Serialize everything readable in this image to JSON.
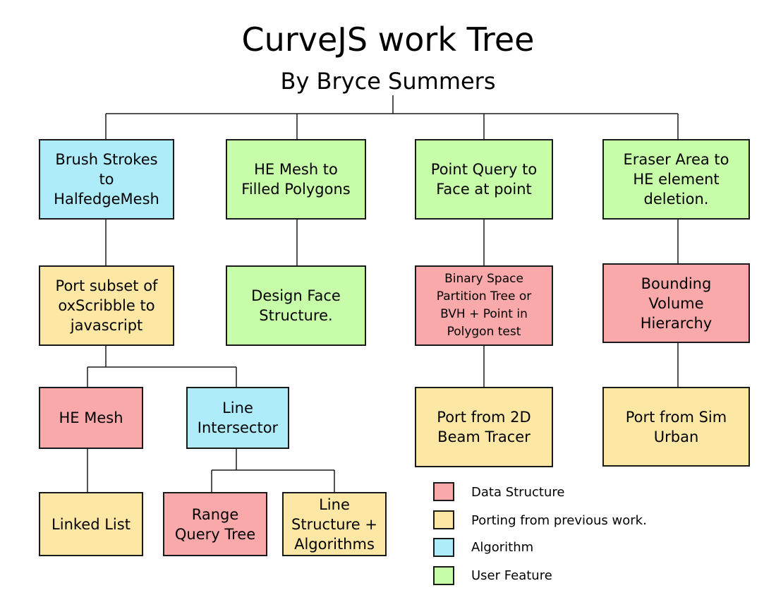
{
  "title": "CurveJS work Tree",
  "subtitle": "By Bryce Summers",
  "colors": {
    "data_structure": "#f9a9a9",
    "porting": "#fde7a5",
    "algorithm": "#aeecfa",
    "user_feature": "#c7fca9"
  },
  "nodes": {
    "brush_strokes": "Brush Strokes\nto\nHalfedgeMesh",
    "he_mesh_polygons": "HE Mesh to\nFilled Polygons",
    "point_query": "Point Query to\nFace at point",
    "eraser_area": "Eraser Area to\nHE element\ndeletion.",
    "port_oxscribble": "Port subset of\noxScribble to\njavascript",
    "design_face": "Design Face\nStructure.",
    "bsp_tree": "Binary Space\nPartition Tree or\nBVH + Point in\nPolygon test",
    "bvh": "Bounding\nVolume\nHierarchy",
    "he_mesh": "HE Mesh",
    "line_intersector": "Line\nIntersector",
    "port_beam_tracer": "Port from 2D\nBeam Tracer",
    "port_sim_urban": "Port from Sim\nUrban",
    "linked_list": "Linked List",
    "range_query_tree": "Range\nQuery Tree",
    "line_structure": "Line\nStructure +\nAlgorithms"
  },
  "legend": [
    {
      "label": "Data Structure",
      "color": "#f9a9a9"
    },
    {
      "label": "Porting from previous work.",
      "color": "#fde7a5"
    },
    {
      "label": "Algorithm",
      "color": "#aeecfa"
    },
    {
      "label": "User Feature",
      "color": "#c7fca9"
    }
  ]
}
